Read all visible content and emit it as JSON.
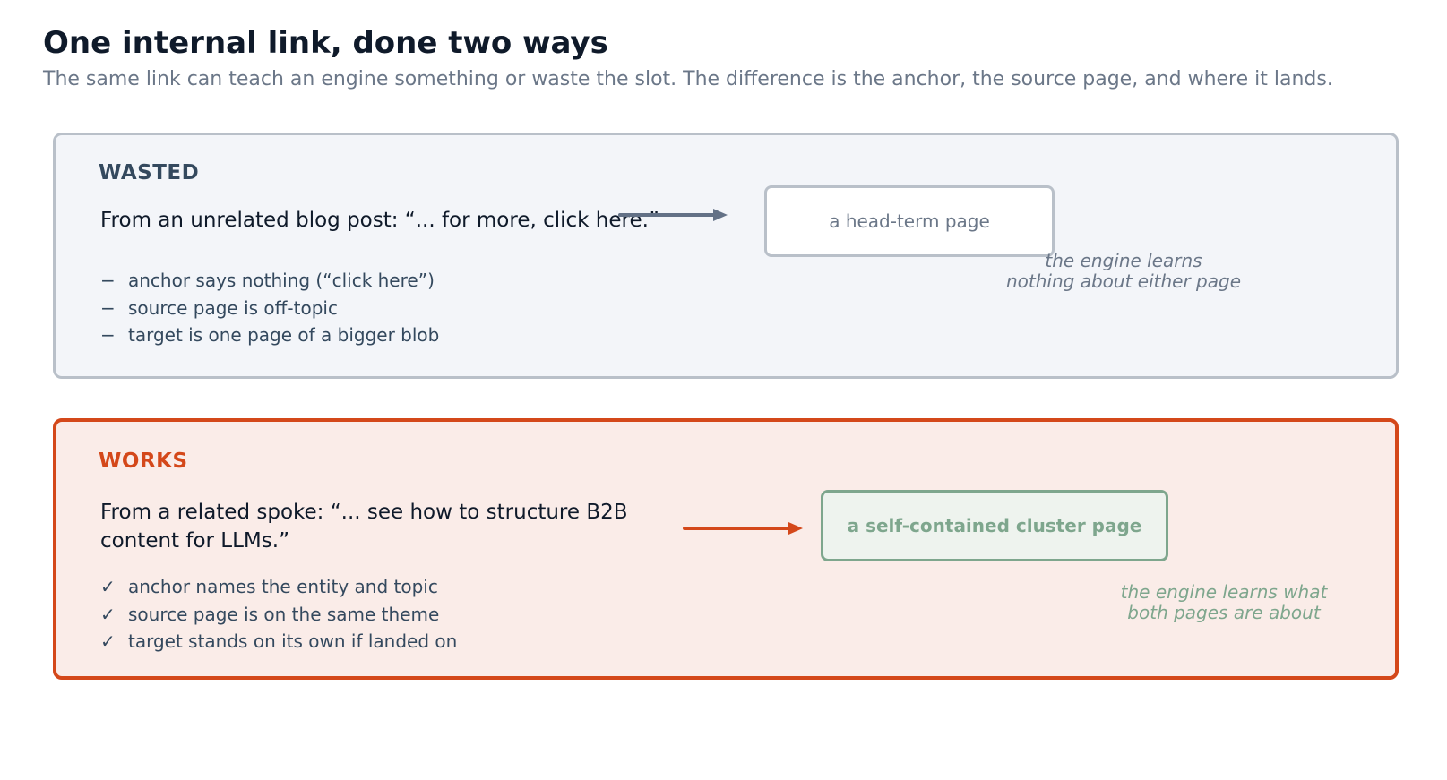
{
  "title": "One internal link, done two ways",
  "subtitle": "The same link can teach an engine something or waste the slot. The difference is the anchor, the source page, and where it lands.",
  "panels": {
    "wasted": {
      "heading": "WASTED",
      "example": "From an unrelated blog post:  “... for more, click here.”",
      "target": "a head-term page",
      "lesson": "the engine learns\nnothing about either page",
      "bullet_mark": "−",
      "bullets": [
        "anchor says nothing (“click here”)",
        "source page is off-topic",
        "target is one page of a bigger blob"
      ]
    },
    "works": {
      "heading": "WORKS",
      "example": "From a related spoke:  “... see how to structure B2B content for LLMs.”",
      "target": "a self-contained cluster page",
      "lesson": "the engine learns what\nboth pages are about",
      "bullet_mark": "✓",
      "bullets": [
        "anchor names the entity and topic",
        "source page is on the same theme",
        "target stands on its own if landed on"
      ]
    }
  },
  "colors": {
    "wasted_border": "#b9c0c9",
    "wasted_background": "#f3f5f9",
    "wasted_arrow": "#637186",
    "works_accent": "#d4481a",
    "works_background": "#faece8",
    "works_target": "#7ea68d"
  }
}
